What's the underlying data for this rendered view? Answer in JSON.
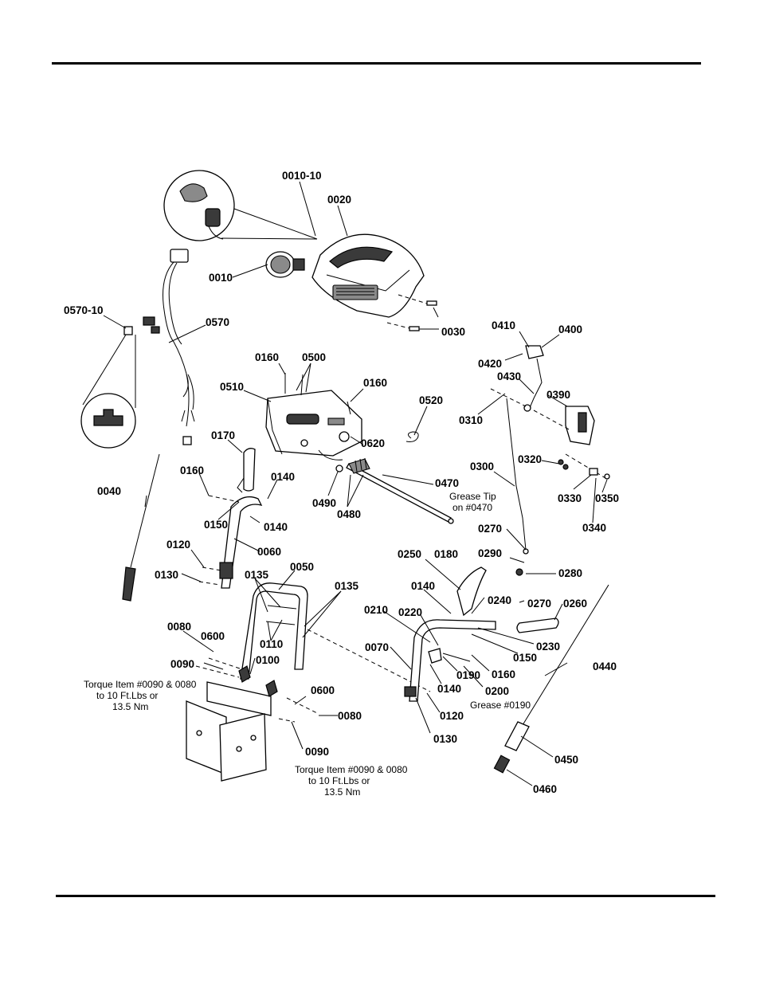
{
  "labels": {
    "p0010_10": "0010-10",
    "p0020": "0020",
    "p0010": "0010",
    "p0030": "0030",
    "p0570_10": "0570-10",
    "p0570": "0570",
    "p0410": "0410",
    "p0400": "0400",
    "p0420": "0420",
    "p0430": "0430",
    "p0390": "0390",
    "p0160a": "0160",
    "p0500": "0500",
    "p0160b": "0160",
    "p0510": "0510",
    "p0520": "0520",
    "p0310": "0310",
    "p0620": "0620",
    "p0170": "0170",
    "p0300": "0300",
    "p0320": "0320",
    "p0160c": "0160",
    "p0140a": "0140",
    "p0490": "0490",
    "p0470": "0470",
    "p0330": "0330",
    "p0350": "0350",
    "p0040": "0040",
    "p0480": "0480",
    "p0150a": "0150",
    "p0140b": "0140",
    "p0340": "0340",
    "p0270a": "0270",
    "p0060": "0060",
    "p0120a": "0120",
    "p0250": "0250",
    "p0180": "0180",
    "p0290": "0290",
    "p0050": "0050",
    "p0280": "0280",
    "p0130a": "0130",
    "p0135a": "0135",
    "p0135b": "0135",
    "p0140c": "0140",
    "p0240": "0240",
    "p0270b": "0270",
    "p0260": "0260",
    "p0210": "0210",
    "p0220": "0220",
    "p0080a": "0080",
    "p0600a": "0600",
    "p0110": "0110",
    "p0070": "0070",
    "p0230": "0230",
    "p0150b": "0150",
    "p0440": "0440",
    "p0090a": "0090",
    "p0100": "0100",
    "p0160d": "0160",
    "p0140d": "0140",
    "p0190": "0190",
    "p0200": "0200",
    "p0600b": "0600",
    "p0080b": "0080",
    "p0120b": "0120",
    "p0130b": "0130",
    "p0090b": "0090",
    "p0450": "0450",
    "p0460": "0460"
  },
  "notes": {
    "grease_tip_1": "Grease Tip",
    "grease_tip_2": "on #0470",
    "grease_0190": "Grease #0190",
    "torque_left_1": "Torque Item #0090 & 0080",
    "torque_left_2": "to 10 Ft.Lbs or",
    "torque_left_3": "13.5 Nm",
    "torque_right_1": "Torque Item #0090 & 0080",
    "torque_right_2": "to 10 Ft.Lbs or",
    "torque_right_3": "13.5 Nm"
  }
}
